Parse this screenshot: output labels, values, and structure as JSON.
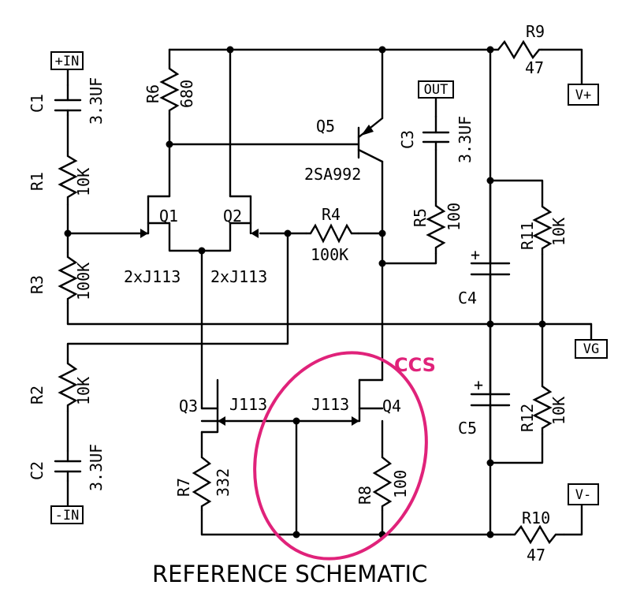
{
  "title": "REFERENCE SCHEMATIC",
  "annotation": {
    "text": "CCS",
    "color": "#e0227a"
  },
  "ports": {
    "in_pos": "+IN",
    "in_neg": "-IN",
    "out": "OUT",
    "v_pos": "V+",
    "v_neg": "V-",
    "vg": "VG"
  },
  "components": {
    "R1": {
      "ref": "R1",
      "value": "10K"
    },
    "R2": {
      "ref": "R2",
      "value": "10K"
    },
    "R3": {
      "ref": "R3",
      "value": "100K"
    },
    "R4": {
      "ref": "R4",
      "value": "100K"
    },
    "R5": {
      "ref": "R5",
      "value": "100"
    },
    "R6": {
      "ref": "R6",
      "value": "680"
    },
    "R7": {
      "ref": "R7",
      "value": "332"
    },
    "R8": {
      "ref": "R8",
      "value": "100"
    },
    "R9": {
      "ref": "R9",
      "value": "47"
    },
    "R10": {
      "ref": "R10",
      "value": "47"
    },
    "R11": {
      "ref": "R11",
      "value": "10K"
    },
    "R12": {
      "ref": "R12",
      "value": "10K"
    },
    "C1": {
      "ref": "C1",
      "value": "3.3UF"
    },
    "C2": {
      "ref": "C2",
      "value": "3.3UF"
    },
    "C3": {
      "ref": "C3",
      "value": "3.3UF"
    },
    "C4": {
      "ref": "C4",
      "plus": "+"
    },
    "C5": {
      "ref": "C5",
      "plus": "+"
    },
    "Q1": {
      "ref": "Q1",
      "part": "2xJ113"
    },
    "Q2": {
      "ref": "Q2",
      "part": "2xJ113"
    },
    "Q3": {
      "ref": "Q3",
      "part": "J113"
    },
    "Q4": {
      "ref": "Q4",
      "part": "J113"
    },
    "Q5": {
      "ref": "Q5",
      "part": "2SA992"
    }
  }
}
